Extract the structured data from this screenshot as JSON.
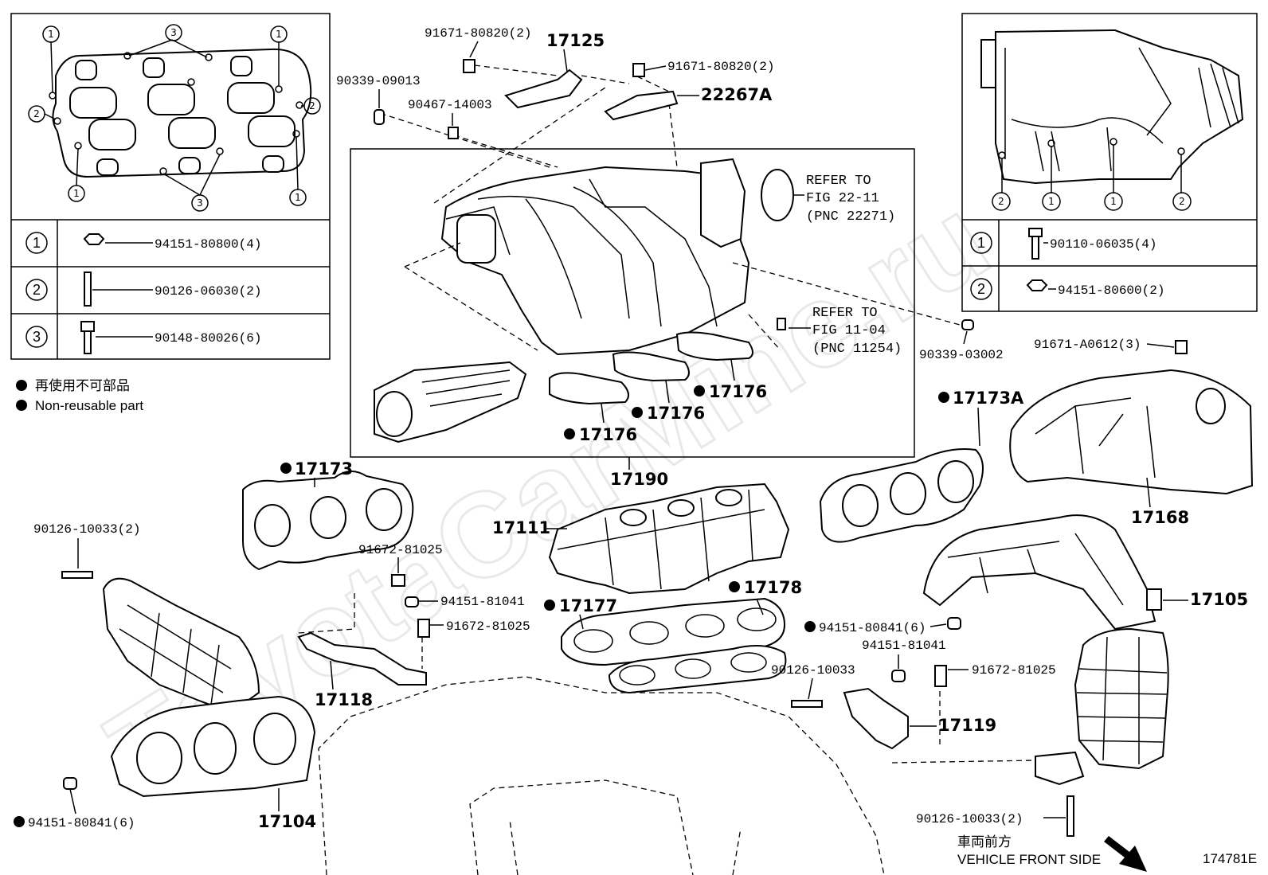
{
  "watermark": "ToyotaCarMine.ru",
  "figure_id": "174781E",
  "legend": {
    "jp": "再使用不可部品",
    "en": "Non-reusable part"
  },
  "direction": {
    "jp": "車両前方",
    "en": "VEHICLE FRONT SIDE"
  },
  "gasket_box": {
    "markers": [
      "1",
      "2",
      "3"
    ],
    "rows": [
      {
        "num": "1",
        "part": "94151-80800(4)"
      },
      {
        "num": "2",
        "part": "90126-06030(2)"
      },
      {
        "num": "3",
        "part": "90148-80026(6)"
      }
    ]
  },
  "shield_box": {
    "markers": [
      "1",
      "2"
    ],
    "rows": [
      {
        "num": "1",
        "part": "90110-06035(4)"
      },
      {
        "num": "2",
        "part": "94151-80600(2)"
      }
    ]
  },
  "references": {
    "fig_22": {
      "line1": "REFER TO",
      "line2": "FIG 22-11",
      "line3": "(PNC 22271)"
    },
    "fig_11": {
      "line1": "REFER TO",
      "line2": "FIG 11-04",
      "line3": "(PNC 11254)"
    }
  },
  "part_numbers": {
    "p_91671_80820_top": "91671-80820(2)",
    "p_91671_80820_right": "91671-80820(2)",
    "p_90339_09013": "90339-09013",
    "p_90467_14003": "90467-14003",
    "p_90339_03002": "90339-03002",
    "p_91671_a0612": "91671-A0612(3)",
    "p_90126_10033_left": "90126-10033(2)",
    "p_91672_81025_a": "91672-81025",
    "p_94151_81041_a": "94151-81041",
    "p_91672_81025_b": "91672-81025",
    "p_94151_80841_mid": "94151-80841(6)",
    "p_94151_81041_b": "94151-81041",
    "p_91672_81025_c": "91672-81025",
    "p_90126_10033_mid": "90126-10033",
    "p_90126_10033_right": "90126-10033(2)",
    "p_94151_80841_left": "94151-80841(6)"
  },
  "pnc": {
    "c17125": "17125",
    "c22267a": "22267A",
    "c17176_a": "17176",
    "c17176_b": "17176",
    "c17176_c": "17176",
    "c17173a": "17173A",
    "c17173": "17173",
    "c17190": "17190",
    "c17168": "17168",
    "c17111": "17111",
    "c17178": "17178",
    "c17177": "17177",
    "c17105": "17105",
    "c17118": "17118",
    "c17119": "17119",
    "c17104": "17104"
  },
  "non_reusable_codes": [
    "17176",
    "17176",
    "17176",
    "17173A",
    "17173",
    "17178",
    "17177",
    "94151-80841(6)",
    "94151-80841(6)"
  ]
}
